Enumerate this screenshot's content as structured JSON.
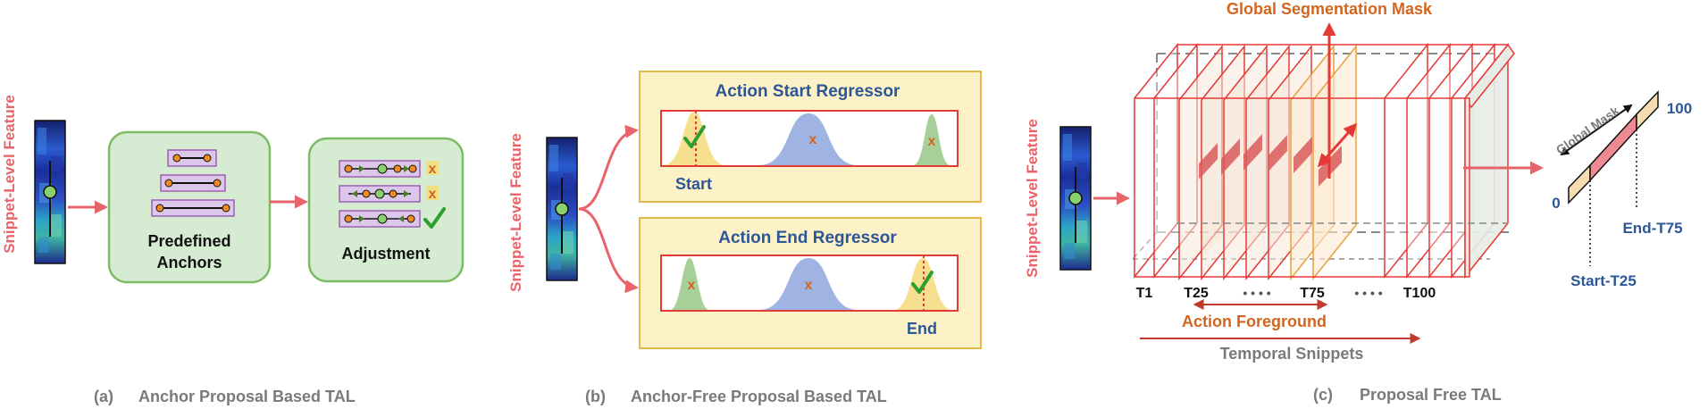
{
  "colors": {
    "red": "#e8646a",
    "dark_red": "#c0392b",
    "green_fill": "#d5ebd2",
    "green_stroke": "#7dbb64",
    "blue_text": "#2b5797",
    "orange_text": "#d3651e",
    "grey_text": "#7a7a7a",
    "yellow_fill": "#fdf1c7",
    "yellow_stroke": "#e4b84a",
    "blue_gauss": "#9fb4e2",
    "green_gauss": "#a7cf98",
    "yellow_gauss": "#f7df90"
  },
  "panel_a": {
    "feature_label": "Snippet-Level Feature",
    "anchors_label_1": "Predefined",
    "anchors_label_2": "Anchors",
    "adjustment_label": "Adjustment",
    "cross": "x",
    "caption_letter": "(a)",
    "caption": "Anchor Proposal Based TAL"
  },
  "panel_b": {
    "feature_label": "Snippet-Level Feature",
    "start_regressor_title": "Action Start Regressor",
    "end_regressor_title": "Action End Regressor",
    "start_label": "Start",
    "end_label": "End",
    "cross": "x",
    "caption_letter": "(b)",
    "caption": "Anchor-Free Proposal Based TAL"
  },
  "panel_c": {
    "feature_label": "Snippet-Level Feature",
    "global_mask_title": "Global Segmentation Mask",
    "t1": "T1",
    "t25": "T25",
    "t75": "T75",
    "t100": "T100",
    "dots_1": "• • • •",
    "dots_2": "• • • •",
    "action_foreground": "Action Foreground",
    "temporal_snippets": "Temporal Snippets",
    "global_mask_label": "Global Mask",
    "mask_start": "0",
    "mask_end": "100",
    "start_t25": "Start-T25",
    "end_t75": "End-T75",
    "caption_letter": "(c)",
    "caption": "Proposal Free TAL"
  }
}
